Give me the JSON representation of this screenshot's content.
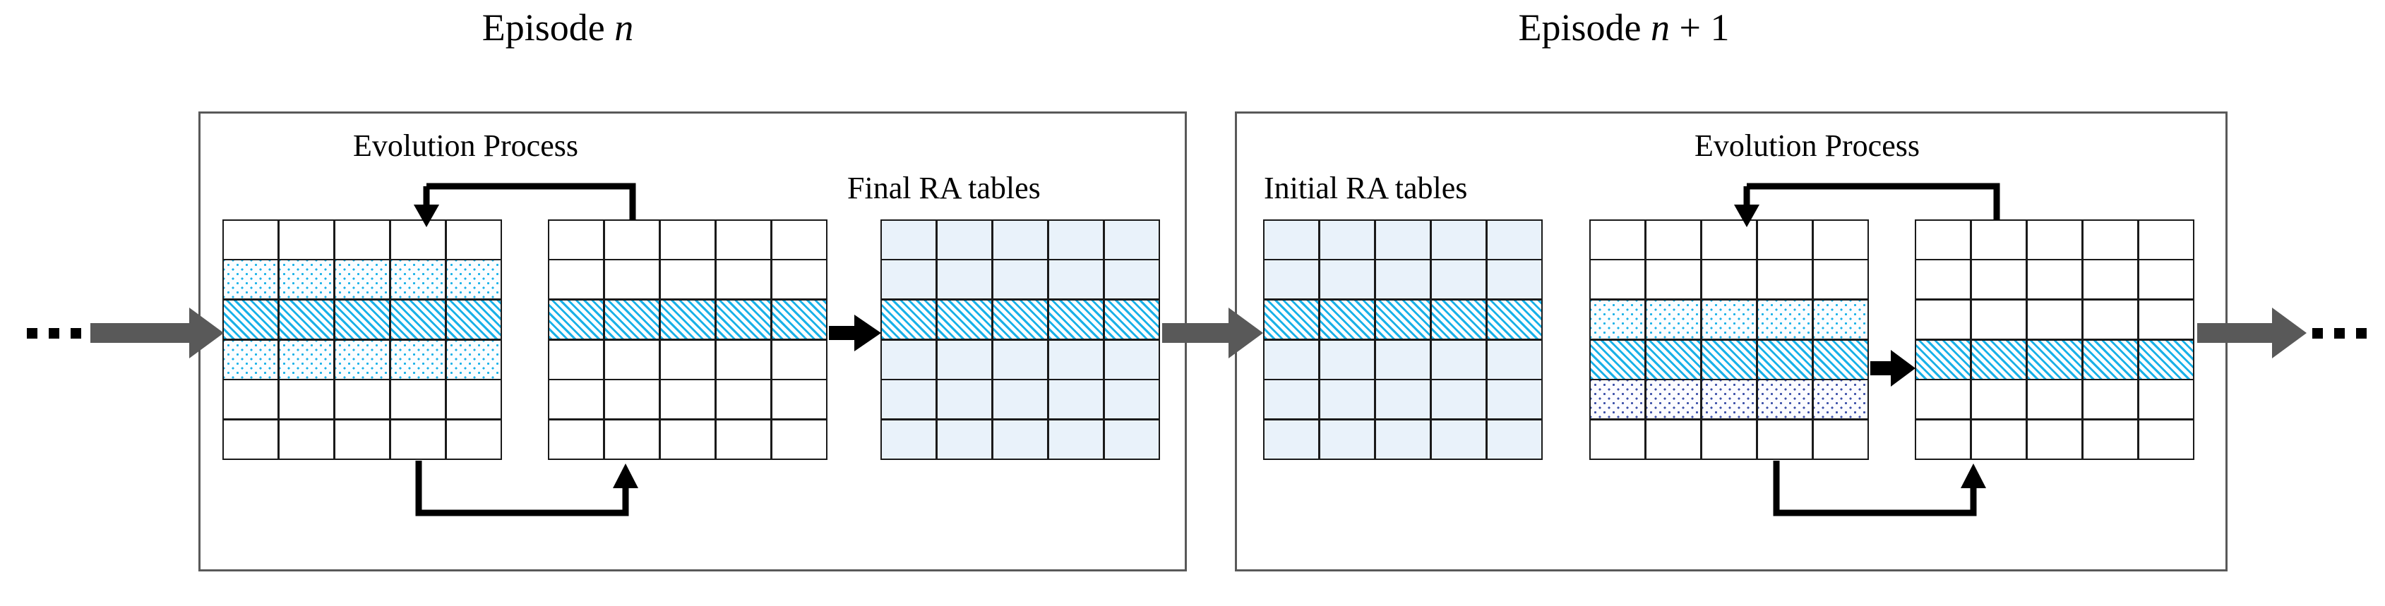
{
  "figure": {
    "type": "process-diagram",
    "background": "#ffffff"
  },
  "colors": {
    "box_border": "#595959",
    "grid_line": "#1a1a1a",
    "cyan_hatch": "#18b1e8",
    "cyan_dots": "#18b1e8",
    "navy_dots": "#3b4fa8",
    "light_blue_fill": "#e9f2fa",
    "gray_arrow": "#595959",
    "black_arrow": "#000000"
  },
  "episodes": [
    {
      "title_prefix": "Episode ",
      "title_var": "n",
      "title_suffix": "",
      "title_full": "Episode n",
      "evolution_label": "Evolution Process",
      "table_label": "Final RA tables",
      "table_label_position": "right",
      "tables": [
        {
          "name": "table-1",
          "columns": 5,
          "rows": 6,
          "row_fills": [
            "white",
            "dots-cyan",
            "hatch",
            "dots-cyan",
            "white",
            "white"
          ]
        },
        {
          "name": "table-2",
          "columns": 5,
          "rows": 6,
          "row_fills": [
            "white",
            "white",
            "hatch",
            "white",
            "white",
            "white"
          ]
        },
        {
          "name": "table-3-final",
          "columns": 5,
          "rows": 6,
          "row_fills": [
            "lightblue",
            "lightblue",
            "hatch",
            "lightblue",
            "lightblue",
            "lightblue"
          ]
        }
      ]
    },
    {
      "title_prefix": "Episode ",
      "title_var": "n",
      "title_suffix": " + 1",
      "title_full": "Episode n + 1",
      "evolution_label": "Evolution Process",
      "table_label": "Initial RA tables",
      "table_label_position": "left",
      "tables": [
        {
          "name": "table-4-initial",
          "columns": 5,
          "rows": 6,
          "row_fills": [
            "lightblue",
            "lightblue",
            "hatch",
            "lightblue",
            "lightblue",
            "lightblue"
          ]
        },
        {
          "name": "table-5",
          "columns": 5,
          "rows": 6,
          "row_fills": [
            "white",
            "white",
            "dots-cyan",
            "hatch",
            "dots-navy",
            "white"
          ]
        },
        {
          "name": "table-6",
          "columns": 5,
          "rows": 6,
          "row_fills": [
            "white",
            "white",
            "white",
            "hatch",
            "white",
            "white"
          ]
        }
      ]
    }
  ],
  "ellipsis": {
    "left": "...",
    "right": "...",
    "dot_count": 3
  },
  "arrows": {
    "flow_in": "gray-block-arrow-right",
    "flow_between_episodes": "gray-block-arrow-right",
    "flow_out": "gray-block-arrow-right",
    "to_final_table": "black-arrow-right",
    "to_next_table": "black-arrow-right",
    "evolution_top": "black-elbow-arrow-down",
    "evolution_bottom": "black-elbow-arrow-up"
  }
}
